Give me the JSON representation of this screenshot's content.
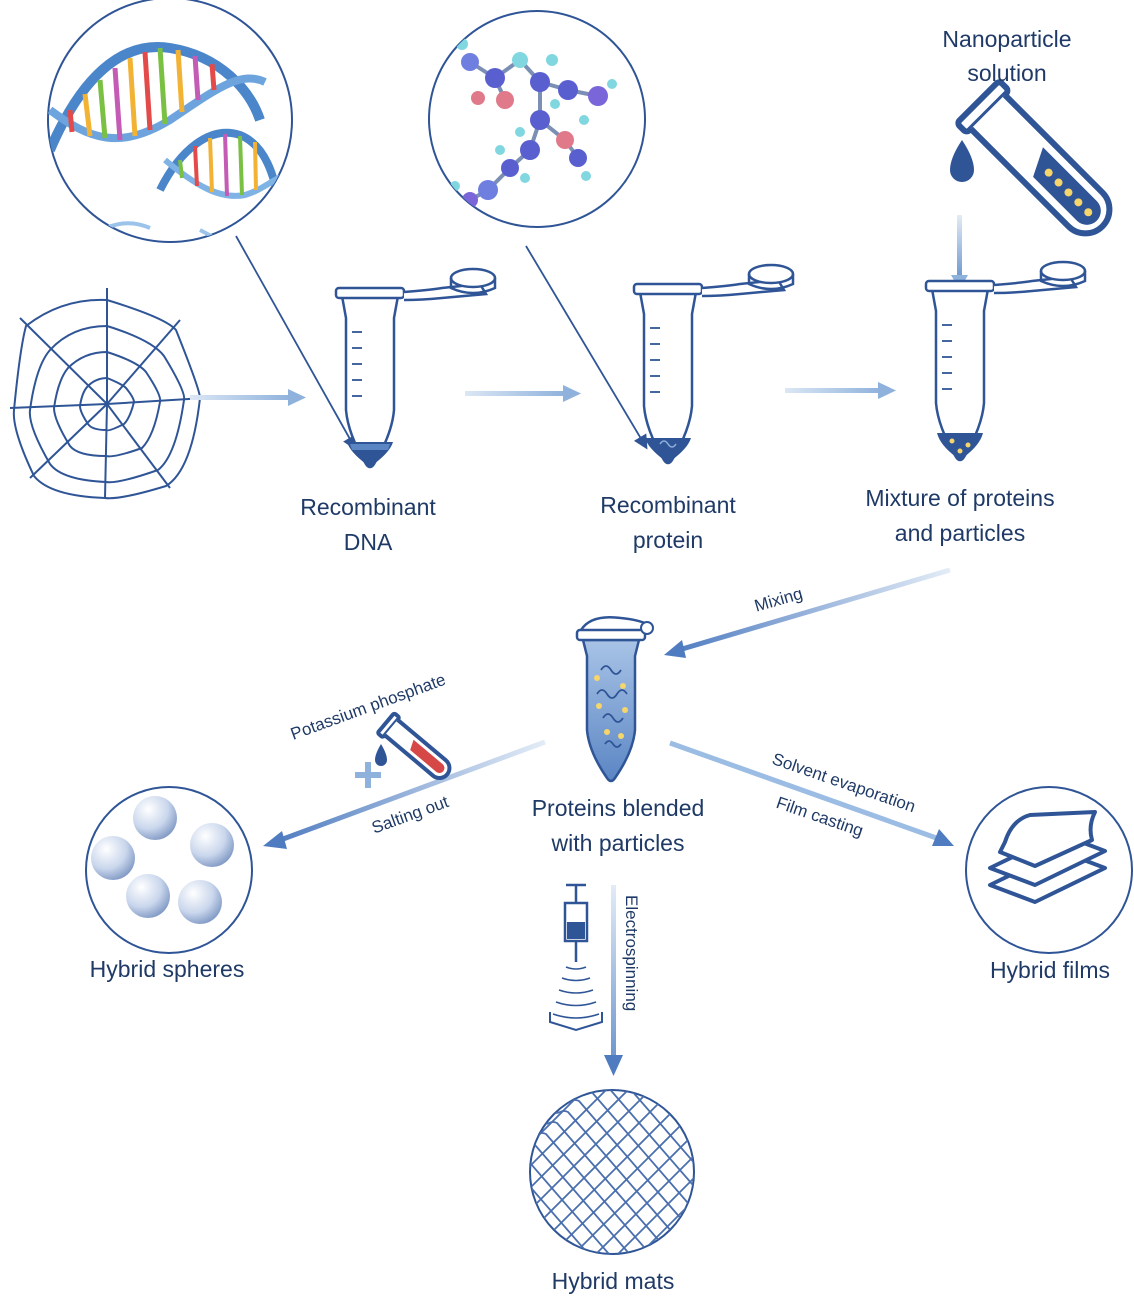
{
  "labels": {
    "nanoparticle_line1": "Nanoparticle",
    "nanoparticle_line2": "solution",
    "recombinant_dna_line1": "Recombinant",
    "recombinant_dna_line2": "DNA",
    "recombinant_protein_line1": "Recombinant",
    "recombinant_protein_line2": "protein",
    "mixture_line1": "Mixture of proteins",
    "mixture_line2": "and particles",
    "mixing": "Mixing",
    "blended_line1": "Proteins blended",
    "blended_line2": "with particles",
    "potassium_phosphate": "Potassium phosphate",
    "salting_out": "Salting out",
    "solvent_evaporation": "Solvent evaporation",
    "film_casting": "Film casting",
    "electrospinning": "Electrospinning",
    "hybrid_spheres": "Hybrid spheres",
    "hybrid_films": "Hybrid films",
    "hybrid_mats": "Hybrid mats"
  },
  "icons": [
    "spider-web-icon",
    "dna-helix-icon",
    "molecule-icon",
    "test-tube-icon",
    "microtube-icon",
    "syringe-icon",
    "spheres-icon",
    "films-icon",
    "mesh-icon"
  ],
  "colors": {
    "primary": "#2f5597",
    "light_blue": "#8fb2dc",
    "text": "#1f3a66"
  }
}
